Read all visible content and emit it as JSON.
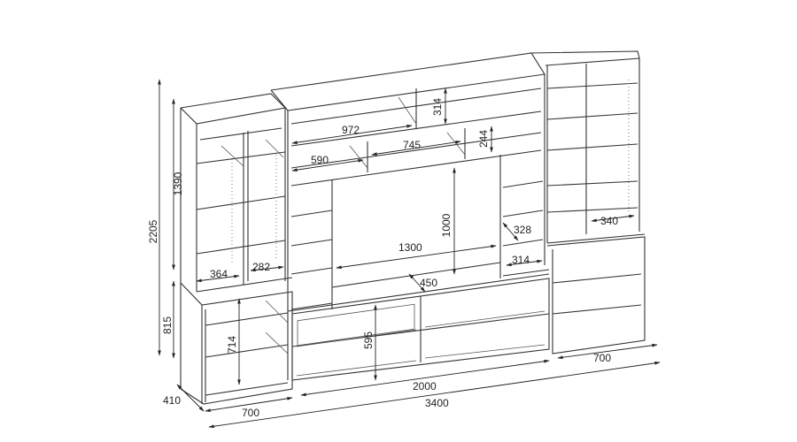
{
  "dimensions": {
    "total_height": "2205",
    "upper_height": "1390",
    "base_height": "815",
    "depth": "410",
    "left_width": "700",
    "total_width": "3400",
    "center_width": "2000",
    "right_width": "700",
    "base_inner_height": "714",
    "drawer_height": "595",
    "left_shelf_width_a": "364",
    "left_shelf_width_b": "282",
    "top_shelf_width": "972",
    "upper_box_width": "745",
    "upper_left_box_width": "590",
    "top_box_height": "314",
    "upper_box_height": "244",
    "tv_height": "1000",
    "tv_width": "1300",
    "tv_depth": "450",
    "side_shelf_width": "328",
    "side_shelf_width_lower": "314",
    "right_shelf_width": "340"
  }
}
